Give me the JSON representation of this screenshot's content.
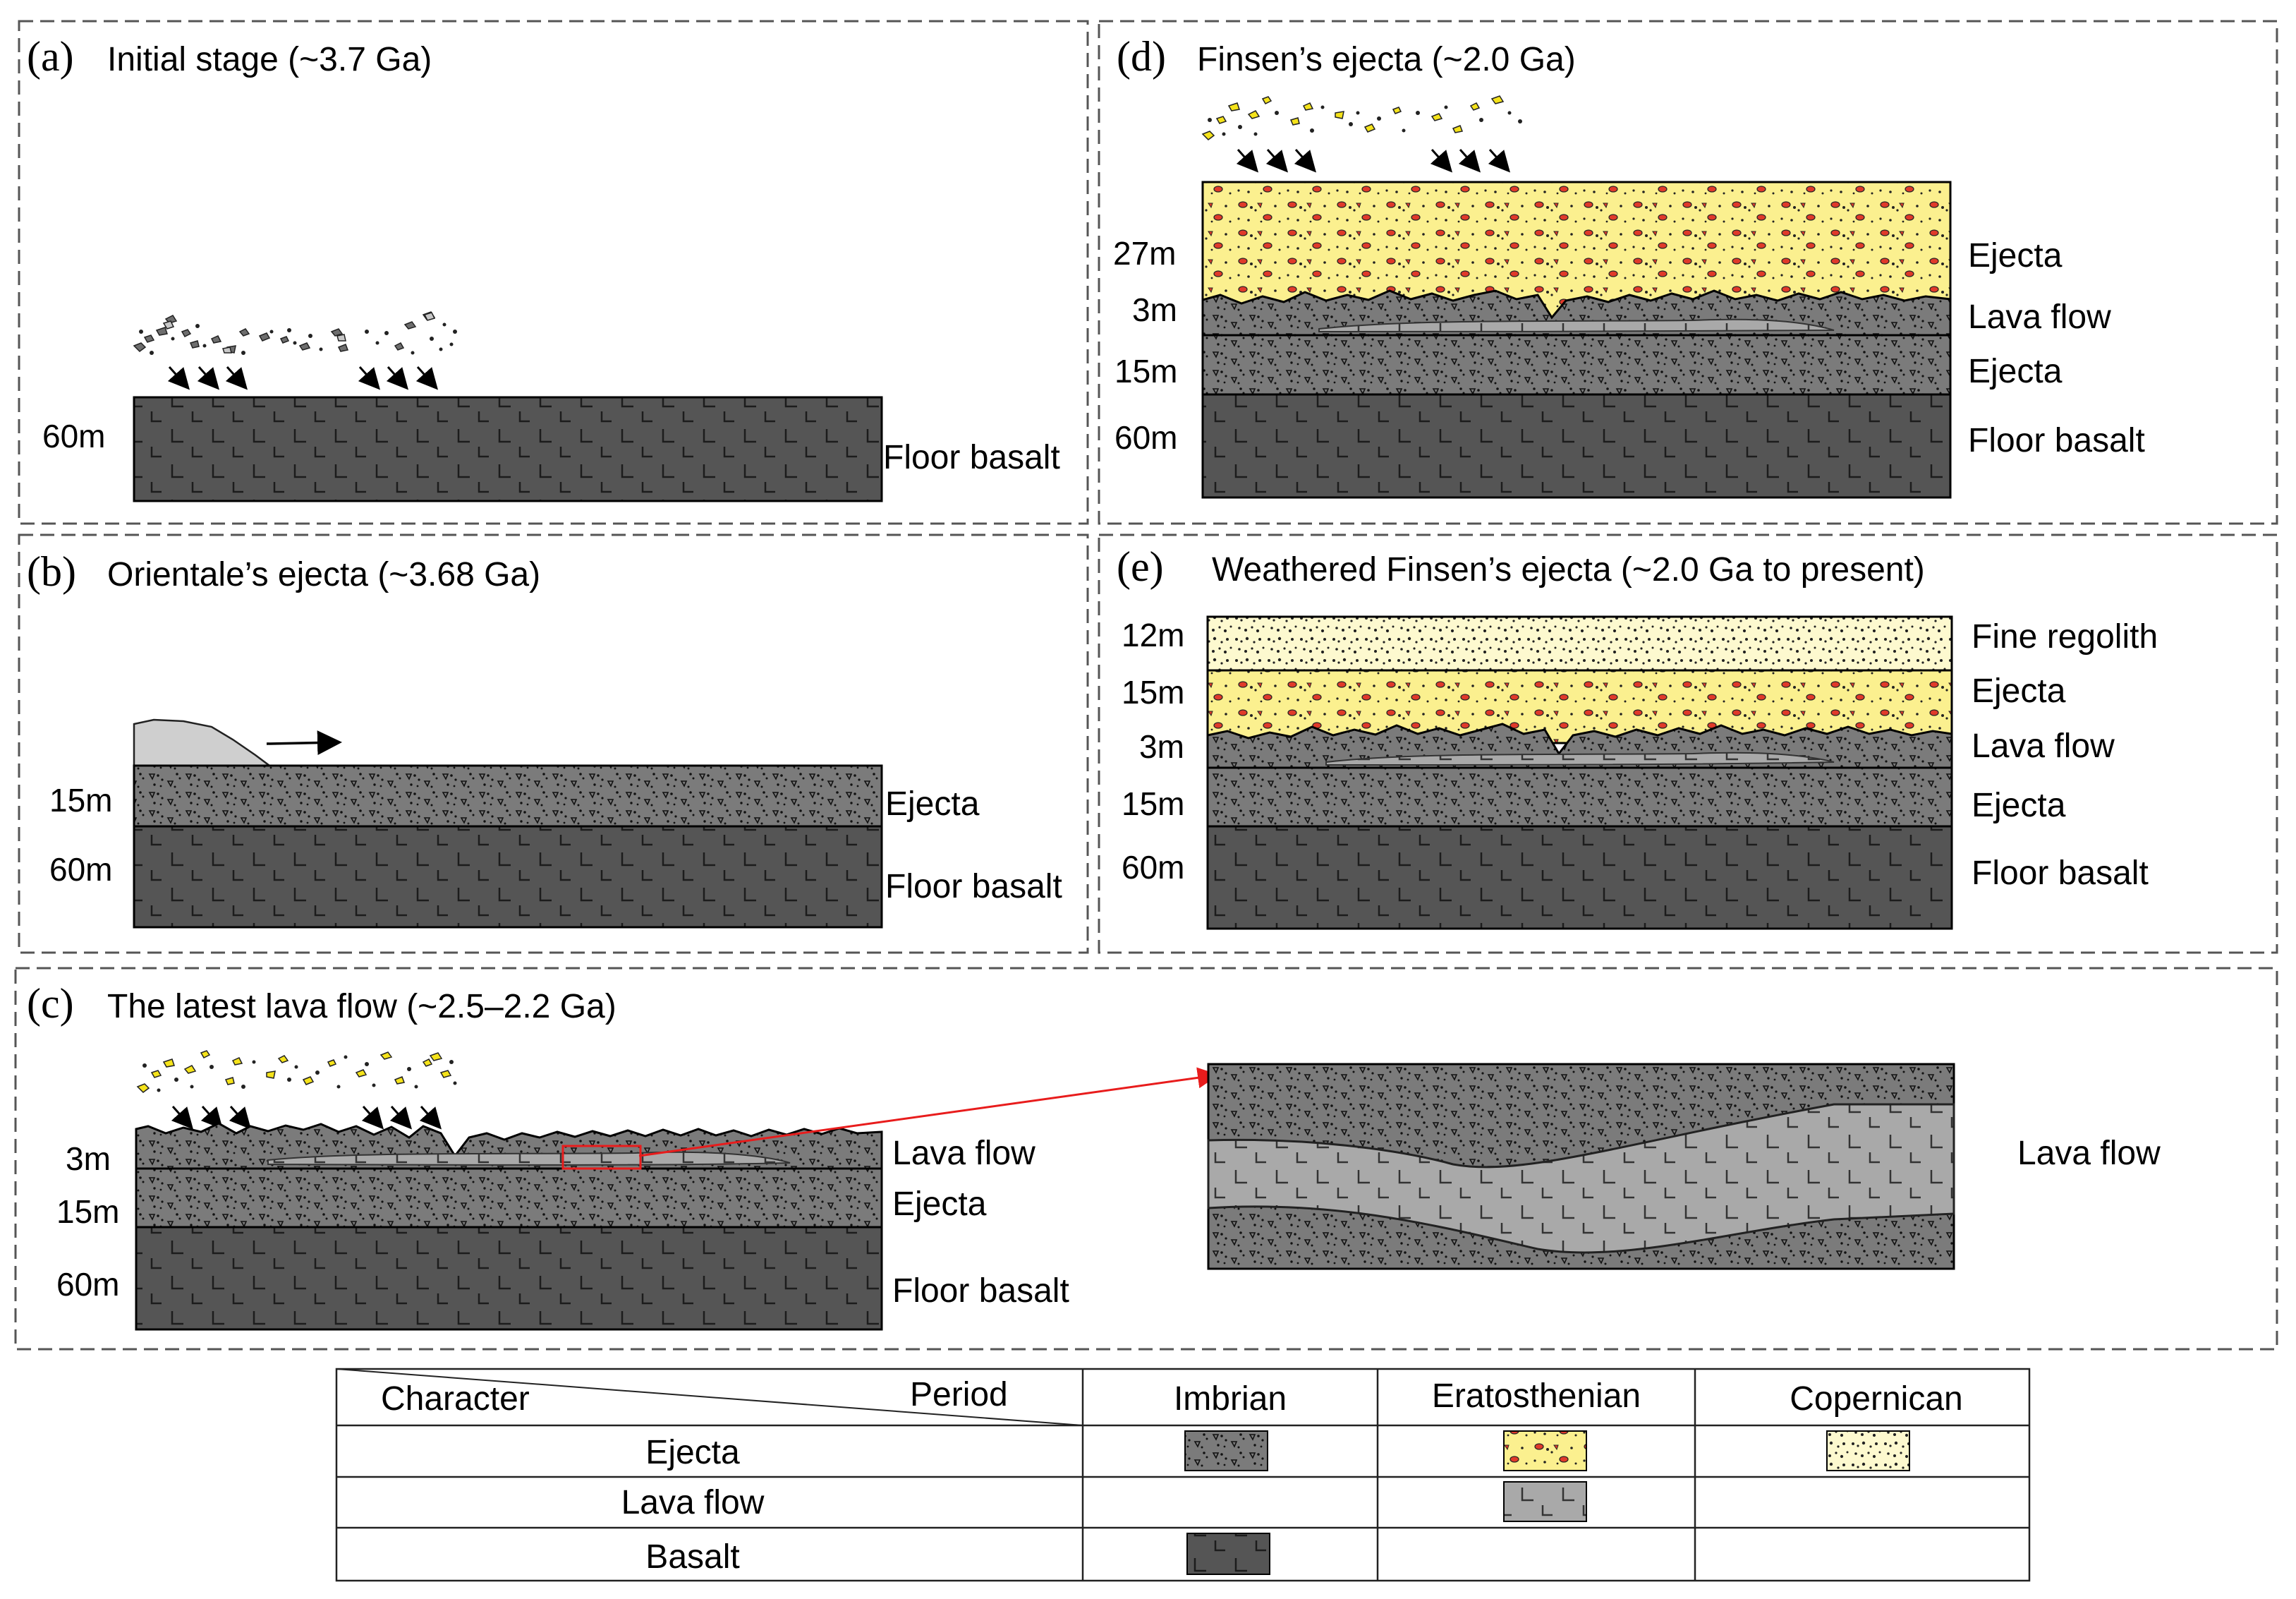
{
  "panels": {
    "a": {
      "letter": "(a)",
      "title": "Initial stage (~3.7 Ga)",
      "thick": [
        "60m"
      ],
      "layers": [
        "Floor basalt"
      ]
    },
    "b": {
      "letter": "(b)",
      "title": "Orientale’s ejecta (~3.68 Ga)",
      "thick": [
        "15m",
        "60m"
      ],
      "layers": [
        "Ejecta",
        "Floor basalt"
      ]
    },
    "c": {
      "letter": "(c)",
      "title": "The latest lava flow (~2.5–2.2 Ga)",
      "thick": [
        "3m",
        "15m",
        "60m"
      ],
      "layers": [
        "Lava flow",
        "Ejecta",
        "Floor basalt"
      ],
      "inset_label": "Lava flow"
    },
    "d": {
      "letter": "(d)",
      "title": "Finsen’s ejecta (~2.0 Ga)",
      "thick": [
        "27m",
        "3m",
        "15m",
        "60m"
      ],
      "layers": [
        "Ejecta",
        "Lava flow",
        "Ejecta",
        "Floor basalt"
      ]
    },
    "e": {
      "letter": "(e)",
      "title": "Weathered Finsen’s ejecta (~2.0 Ga to present)",
      "thick": [
        "12m",
        "15m",
        "3m",
        "15m",
        "60m"
      ],
      "layers": [
        "Fine regolith",
        "Ejecta",
        "Lava flow",
        "Ejecta",
        "Floor basalt"
      ]
    }
  },
  "legend": {
    "character_header": "Character",
    "period_header": "Period",
    "periods": [
      "Imbrian",
      "Eratosthenian",
      "Copernican"
    ],
    "rows": [
      "Ejecta",
      "Lava flow",
      "Basalt"
    ]
  },
  "colors": {
    "basalt": "#555555",
    "imbrian_ejecta": "#7b7b7b",
    "lava_flow": "#a9a9a9",
    "eratosthenian_ejecta": "#fbf08f",
    "copernican_regolith": "#fdf9cf",
    "red_fragment": "#e03a2a",
    "yellow_fragment": "#f5e31a",
    "orientale_ejecta": "#cfcfcf",
    "callout_line": "#e81c1c"
  }
}
